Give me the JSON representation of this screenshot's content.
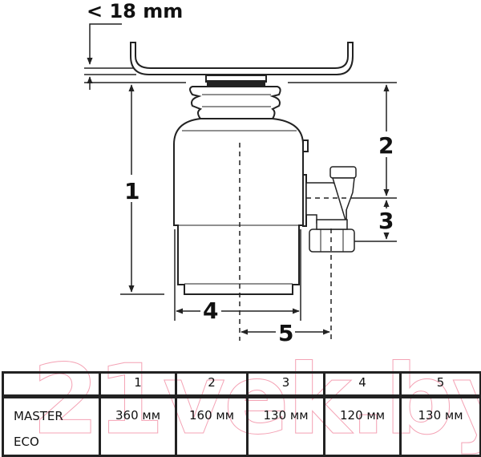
{
  "diagram": {
    "gap_label": "< 18 mm",
    "dimension_labels": [
      "1",
      "2",
      "3",
      "4",
      "5"
    ]
  },
  "watermark": "21vek.by",
  "table": {
    "headers": [
      "",
      "1",
      "2",
      "3",
      "4",
      "5"
    ],
    "rows": [
      {
        "name_lines": [
          "MASTER",
          "ECO"
        ],
        "values": [
          "360 мм",
          "160 мм",
          "130 мм",
          "120 мм",
          "130 мм"
        ]
      }
    ]
  }
}
